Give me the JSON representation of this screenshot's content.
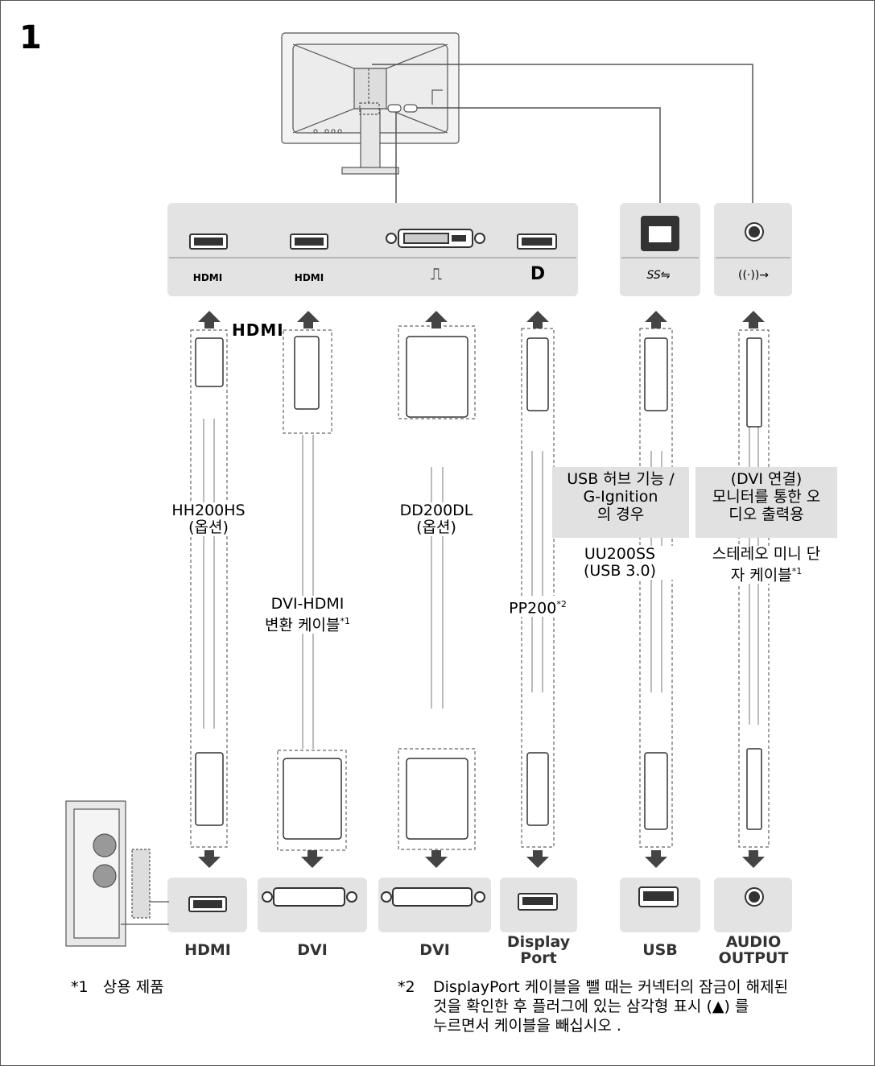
{
  "step_number": "1",
  "top_panel_icons": [
    "hdmi-logo-icon",
    "hdmi-logo-icon",
    "dvi-icon",
    "displayport-icon",
    "usb-superspeed-icon",
    "audio-out-icon"
  ],
  "hdmi_logo_text": "HDMI",
  "cables": {
    "hdmi": {
      "name": "HH200HS",
      "sub": "(옵션)"
    },
    "dvi_hdmi": {
      "name": "DVI-HDMI",
      "sub": "변환 케이블",
      "mark": "*1"
    },
    "dvi": {
      "name": "DD200DL",
      "sub": "(옵션)"
    },
    "dp": {
      "name": "PP200",
      "mark": "*2"
    },
    "usb": {
      "name": "UU200SS",
      "sub": "(USB 3.0)"
    },
    "audio": {
      "name": "스테레오 미니 단",
      "sub": "자 케이블",
      "mark": "*1"
    }
  },
  "usb_box": [
    "USB 허브 기능 /",
    "G-Ignition",
    "의 경우"
  ],
  "audio_box": [
    "(DVI 연결)",
    "모니터를 통한 오",
    "디오 출력용"
  ],
  "pc_ports": [
    "HDMI",
    "DVI",
    "DVI",
    "Display",
    "Port",
    "USB",
    "AUDIO",
    "OUTPUT"
  ],
  "footnote1": {
    "mark": "*1",
    "text": "상용 제품"
  },
  "footnote2": {
    "mark": "*2",
    "lines": [
      "DisplayPort 케이블을 뺄 때는 커넥터의 잠금이 해제된",
      "것을 확인한 후 플러그에 있는 삼각형 표시 (▲) 를",
      "누르면서 케이블을 빼십시오 ."
    ]
  }
}
